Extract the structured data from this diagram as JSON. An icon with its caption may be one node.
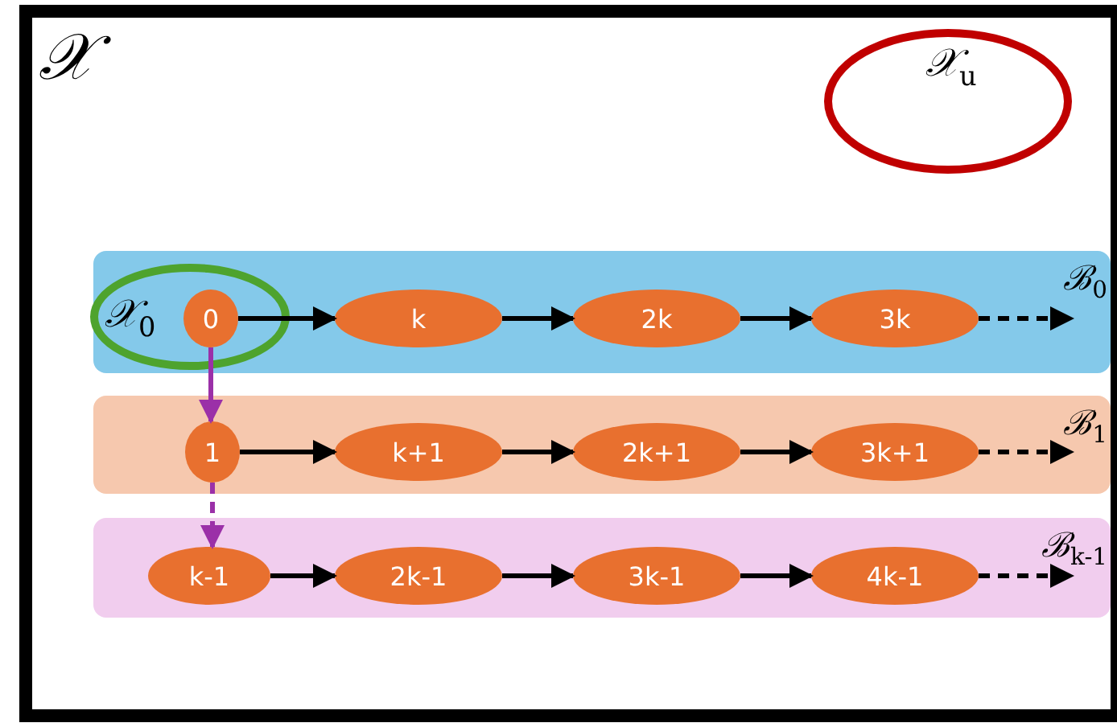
{
  "diagram": {
    "nodes": [
      {
        "text": [
          "𝒳"
        ]
      },
      {
        "text": [
          "𝒳$_{u}$"
        ],
        "in": 0
      },
      {
        "text": [
          "ℬ$_{0}$"
        ],
        "in": 0
      },
      {
        "text": [
          "𝒳$_{0}$"
        ],
        "in": 2
      },
      {
        "text": [
          "0"
        ],
        "in": 3
      },
      {
        "text": [
          "k"
        ],
        "in": 2
      },
      {
        "text": [
          "2k"
        ],
        "in": 2
      },
      {
        "text": [
          "3k"
        ],
        "in": 2
      },
      {
        "text": [
          "ℬ$_{1}$"
        ],
        "in": 0
      },
      {
        "text": [
          "1"
        ],
        "in": 8
      },
      {
        "text": [
          "k+1"
        ],
        "in": 8
      },
      {
        "text": [
          "2k+1"
        ],
        "in": 8
      },
      {
        "text": [
          "3k+1"
        ],
        "in": 8
      },
      {
        "text": [
          "ℬ$_{k-1}$"
        ],
        "in": 0
      },
      {
        "text": [
          "k-1"
        ],
        "in": 13
      },
      {
        "text": [
          "2k-1"
        ],
        "in": 13
      },
      {
        "text": [
          "3k-1"
        ],
        "in": 13
      },
      {
        "text": [
          "4k-1"
        ],
        "in": 13
      }
    ],
    "edges": [
      {
        "from": 4,
        "to": 5,
        "arrow": "to"
      },
      {
        "from": 5,
        "to": 6,
        "arrow": "to"
      },
      {
        "from": 6,
        "to": 7,
        "arrow": "to"
      },
      {
        "from": 7,
        "to": null,
        "arrow": "to",
        "style": "dashed"
      },
      {
        "from": 9,
        "to": 10,
        "arrow": "to"
      },
      {
        "from": 10,
        "to": 11,
        "arrow": "to"
      },
      {
        "from": 11,
        "to": 12,
        "arrow": "to"
      },
      {
        "from": 12,
        "to": null,
        "arrow": "to",
        "style": "dashed"
      },
      {
        "from": 14,
        "to": 15,
        "arrow": "to"
      },
      {
        "from": 15,
        "to": 16,
        "arrow": "to"
      },
      {
        "from": 16,
        "to": 17,
        "arrow": "to"
      },
      {
        "from": 17,
        "to": null,
        "arrow": "to",
        "style": "dashed"
      },
      {
        "from": 4,
        "to": 9,
        "arrow": "to",
        "color": "#9b30a8"
      },
      {
        "from": 9,
        "to": 14,
        "arrow": "to",
        "style": "dashed",
        "color": "#9b30a8"
      }
    ]
  }
}
